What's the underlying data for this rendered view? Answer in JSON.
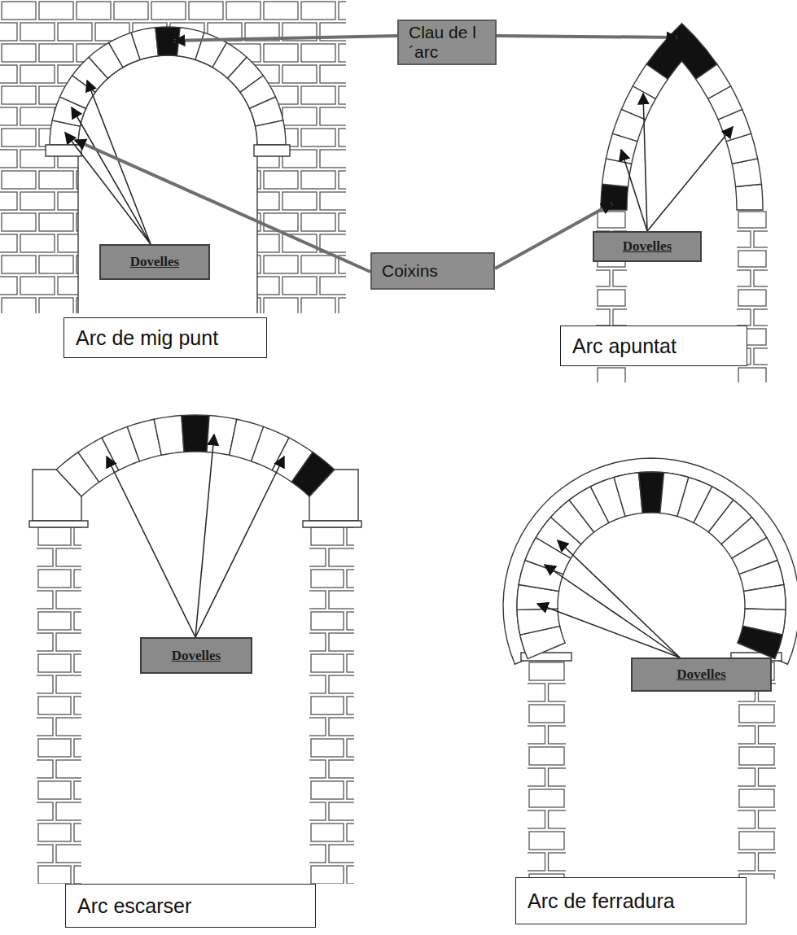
{
  "diagram": {
    "nodes": [
      {
        "text": [
          "Clau de l´arc"
        ]
      },
      {
        "text": [
          "Dovelles"
        ]
      },
      {
        "text": [
          "Dovelles"
        ]
      },
      {
        "text": [
          "Coixins"
        ]
      },
      {
        "text": [
          "Arc de mig punt"
        ]
      },
      {
        "text": [
          "Arc apuntat"
        ]
      },
      {
        "text": [
          "Dovelles"
        ]
      },
      {
        "text": [
          "Dovelles"
        ]
      },
      {
        "text": [
          "Arc escarser"
        ]
      },
      {
        "text": [
          "Arc de ferradura"
        ]
      }
    ]
  }
}
